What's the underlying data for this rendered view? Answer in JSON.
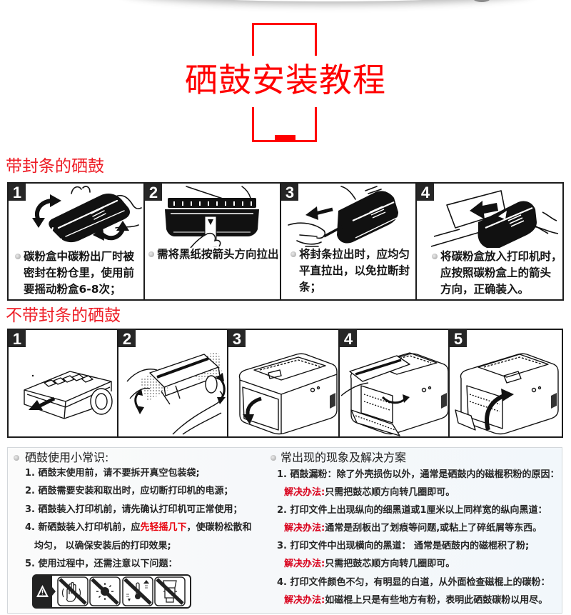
{
  "page": {
    "title": "硒鼓安装教程"
  },
  "colors": {
    "accent_red": "#ff0000",
    "heading_red": "#ee1c25",
    "solution_red": "#d9001b",
    "text": "#1a1a1a",
    "badge_bg": "#262626",
    "panel_border": "#1c1c1c",
    "tips_box_bg": "#f6f8fa",
    "tips_box_border": "#d3d7db"
  },
  "section_sealed": {
    "heading": "带封条的硒鼓",
    "steps": [
      {
        "number": "1",
        "illustration": "shake-cartridge-illustration",
        "lines": [
          "碳粉盒中碳粉出厂时被",
          "密封在粉仓里，使用前",
          "要摇动粉盒6-8次；"
        ]
      },
      {
        "number": "2",
        "illustration": "pull-black-paper-illustration",
        "lines": [
          "需将黑纸按箭头方向拉出"
        ]
      },
      {
        "number": "3",
        "illustration": "pull-seal-strip-illustration",
        "lines": [
          "将封条拉出时，应均匀",
          "平直拉出，以免拉断封",
          "条；"
        ]
      },
      {
        "number": "4",
        "illustration": "insert-cartridge-illustration",
        "lines": [
          "将碳粉盒放入打印机时，",
          "应按照碳粉盒上的箭头",
          "方向，正确装入。"
        ]
      }
    ]
  },
  "section_unsealed": {
    "heading": "不带封条的硒鼓",
    "steps": [
      {
        "number": "1",
        "illustration": "unpack-cartridge-illustration"
      },
      {
        "number": "2",
        "illustration": "rock-cartridge-illustration"
      },
      {
        "number": "3",
        "illustration": "open-printer-door-illustration"
      },
      {
        "number": "4",
        "illustration": "insert-cartridge-into-printer-illustration"
      },
      {
        "number": "5",
        "illustration": "close-printer-door-illustration"
      }
    ]
  },
  "tips": {
    "heading": "硒鼓使用小常识:",
    "items": [
      "1. 硒鼓末使用前，请不要拆开真空包装袋;",
      "2. 硒鼓需要安装和取出时，应切断打印机的电源；",
      "3. 硒鼓装入打印机前，请先确认打印机可正常使用；"
    ],
    "item4": {
      "prefix": "4. 新硒鼓装入打印机前，应",
      "highlight": "先轻摇几下",
      "suffix": "，使碳粉松散和",
      "continuation": "均匀， 以确保安装后的打印效果;"
    },
    "item5": "5. 使用过程中，还需注意以下问题：",
    "warning_icons": [
      "warning-triangle-icon",
      "no-touch-drum-icon",
      "no-direct-sunlight-icon",
      "no-extreme-temperature-icon",
      "no-upright-storage-icon"
    ]
  },
  "troubleshooting": {
    "heading": "常出现的现象及解决方案",
    "solution_label": "解决办法:",
    "items": [
      {
        "problem": "1. 硒鼓漏粉：除了外壳损伤以外，通常是硒鼓内的磁棍积粉的原因：",
        "solution": "只需把鼓芯顺方向转几圈即可。"
      },
      {
        "problem": "2. 打印文件上出现纵向的细黑道或1厘米以上同样宽的纵向黑道：",
        "solution": "通常是刮板出了划痕等问题,或粘上了碎纸屑等东西。"
      },
      {
        "problem": "3. 打印文件中出现横向的黑道：  通常是硒鼓内的磁棍积了粉;",
        "solution": "只需把鼓芯顺方向转几圈即可。"
      },
      {
        "problem": "4. 打印文件颜色不匀，有明显的白道，从外面检查磁棍上的碳粉：",
        "solution": "如磁棍上只是有些地方有粉，表明此硒鼓碳粉以用尽。"
      }
    ]
  }
}
